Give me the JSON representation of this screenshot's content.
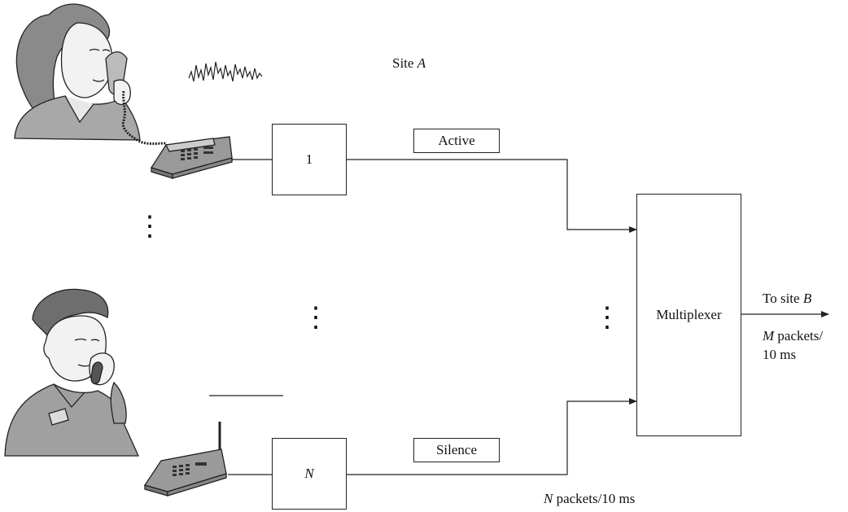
{
  "site_a": {
    "prefix": "Site ",
    "name": "A"
  },
  "channel_first": {
    "number": "1",
    "status": "Active"
  },
  "channel_last": {
    "number": "N",
    "status": "Silence"
  },
  "multiplexer": {
    "label": "Multiplexer"
  },
  "output": {
    "destination_prefix": "To site ",
    "destination_name": "B",
    "rate_var": "M",
    "rate_line1": " packets/",
    "rate_line2": "10 ms"
  },
  "input_rate": {
    "var": "N",
    "text": " packets/10 ms"
  },
  "ellipsis": "⋮",
  "icons": [
    "woman-on-phone-icon",
    "voice-waveform-icon",
    "desk-phone-icon",
    "man-on-phone-icon",
    "cordless-phone-icon"
  ]
}
